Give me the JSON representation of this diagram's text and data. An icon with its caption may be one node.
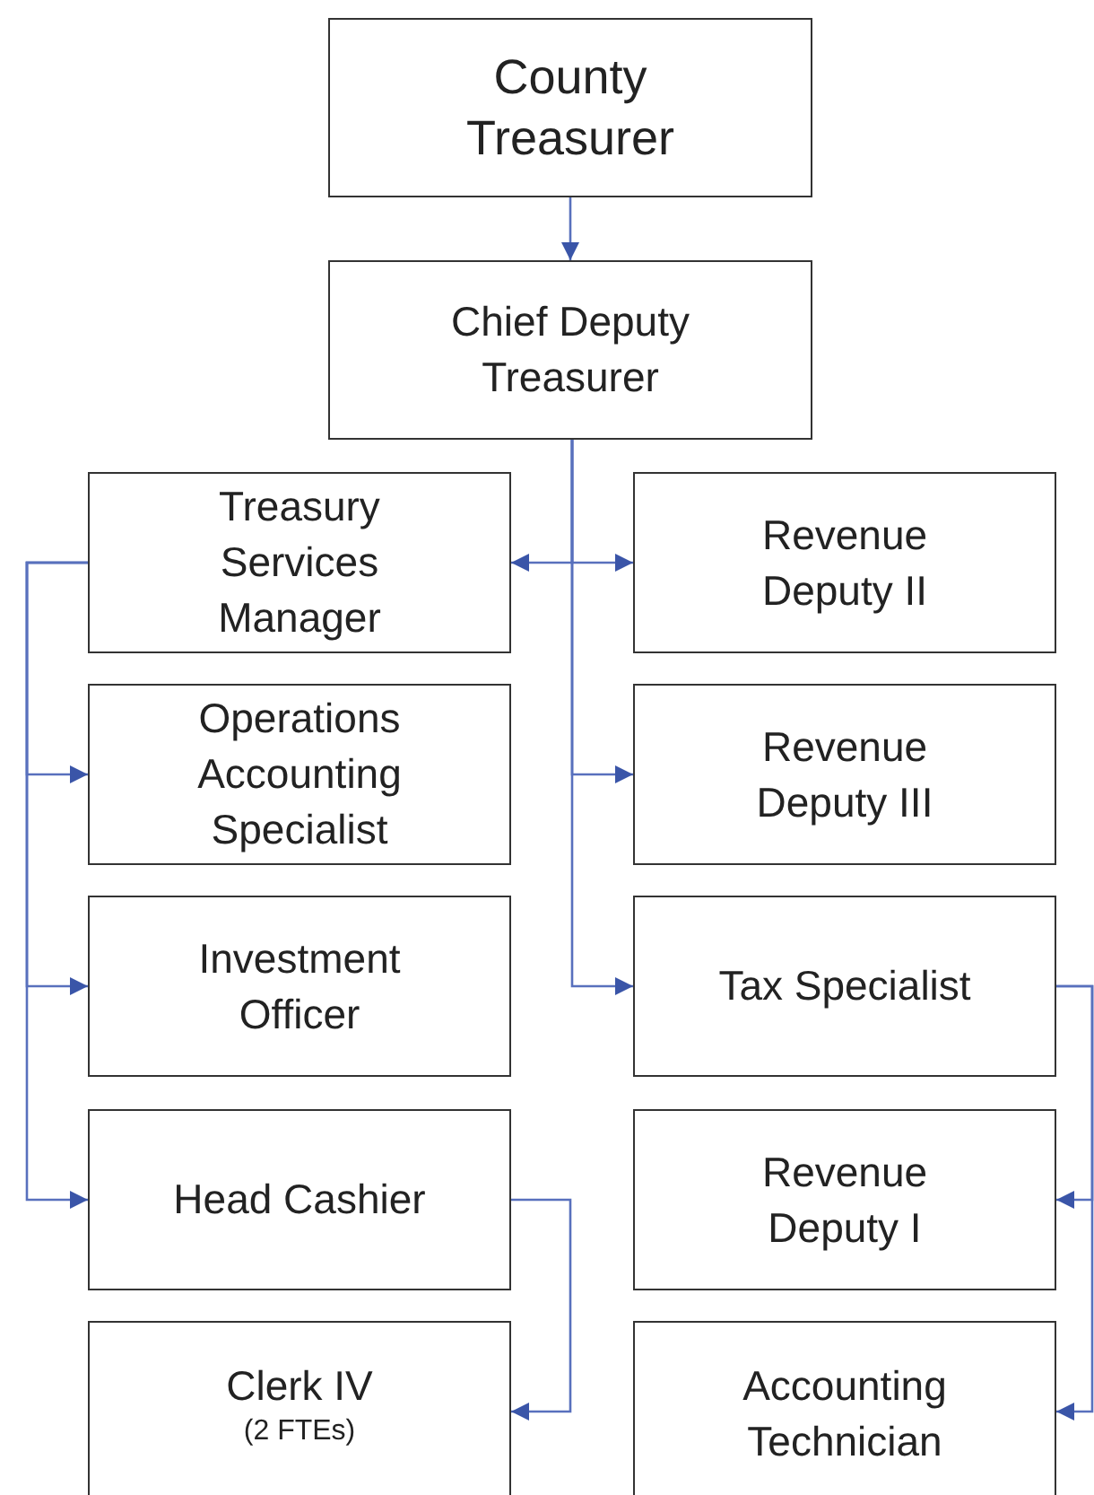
{
  "diagram": {
    "nodes": [
      {
        "text": [
          "County Treasurer"
        ]
      },
      {
        "text": [
          "Chief Deputy Treasurer"
        ]
      },
      {
        "text": [
          "Treasury Services Manager"
        ]
      },
      {
        "text": [
          "Revenue Deputy II"
        ]
      },
      {
        "text": [
          "Operations Accounting Specialist"
        ]
      },
      {
        "text": [
          "Revenue Deputy III"
        ]
      },
      {
        "text": [
          "Investment Officer"
        ]
      },
      {
        "text": [
          "Tax Specialist"
        ]
      },
      {
        "text": [
          "Head Cashier"
        ]
      },
      {
        "text": [
          "Revenue Deputy I"
        ]
      },
      {
        "text": [
          "Clerk IV",
          "(2 FTEs)"
        ]
      },
      {
        "text": [
          "Accounting Technician"
        ]
      }
    ],
    "edges": [
      {
        "from": 0,
        "to": 1,
        "arrow": "to"
      },
      {
        "from": 1,
        "to": 2,
        "arrow": "to"
      },
      {
        "from": 1,
        "to": 3,
        "arrow": "to"
      },
      {
        "from": 1,
        "to": 5,
        "arrow": "to"
      },
      {
        "from": 1,
        "to": 7,
        "arrow": "to"
      },
      {
        "from": 2,
        "to": 4,
        "arrow": "to"
      },
      {
        "from": 2,
        "to": 6,
        "arrow": "to"
      },
      {
        "from": 2,
        "to": 8,
        "arrow": "to"
      },
      {
        "from": 8,
        "to": 10,
        "arrow": "to"
      },
      {
        "from": 7,
        "to": 9,
        "arrow": "to"
      },
      {
        "from": 7,
        "to": 11,
        "arrow": "to"
      }
    ]
  }
}
